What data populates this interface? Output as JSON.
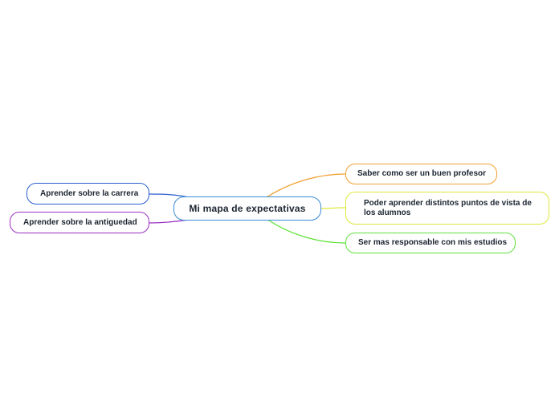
{
  "map": {
    "center": {
      "label": "Mi mapa de expectativas",
      "color": "#3a8ad6"
    },
    "right_branches": [
      {
        "label": "Saber como ser un buen profesor",
        "color": "#f0a030"
      },
      {
        "label": "Poder aprender distintos puntos de vista de los alumnos",
        "color": "#dde83a"
      },
      {
        "label": "Ser mas responsable con mis estudios",
        "color": "#5ee33a"
      }
    ],
    "left_branches": [
      {
        "label": "Aprender sobre la carrera",
        "color": "#2a5ed0"
      },
      {
        "label": "Aprender sobre la antiguedad",
        "color": "#9a2fc4"
      }
    ]
  }
}
